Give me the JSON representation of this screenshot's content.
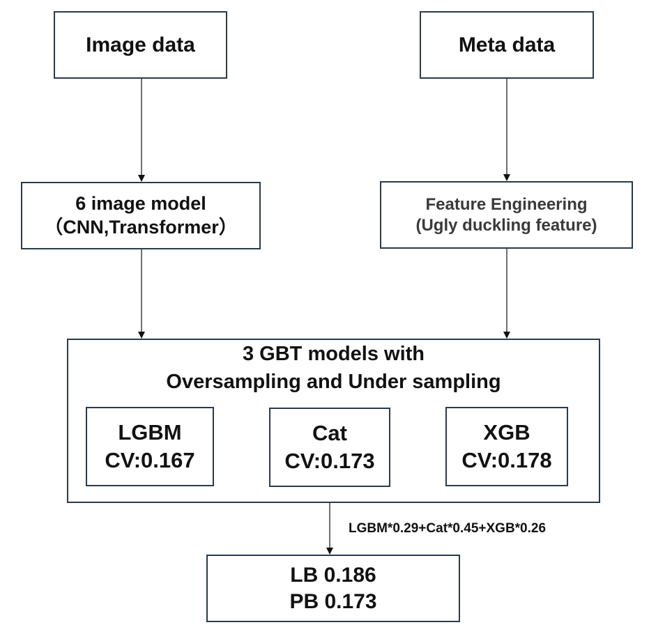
{
  "image_data": {
    "label": "Image data"
  },
  "meta_data": {
    "label": "Meta data"
  },
  "image_model": {
    "line1": "6 image model",
    "line2": "（CNN,Transformer）"
  },
  "feature_eng": {
    "line1": "Feature Engineering",
    "line2": "(Ugly duckling feature)"
  },
  "gbt": {
    "title_line1": "3 GBT models with",
    "title_line2": "Oversampling and Under sampling",
    "models": [
      {
        "name": "LGBM",
        "cv": "CV:0.167"
      },
      {
        "name": "Cat",
        "cv": "CV:0.173"
      },
      {
        "name": "XGB",
        "cv": "CV:0.178"
      }
    ]
  },
  "ensemble_weights": "LGBM*0.29+Cat*0.45+XGB*0.26",
  "result": {
    "lb": "LB 0.186",
    "pb": "PB 0.173"
  },
  "colors": {
    "border": "#2b3a4a",
    "text": "#111111",
    "feature_text": "#3a3a3a"
  }
}
